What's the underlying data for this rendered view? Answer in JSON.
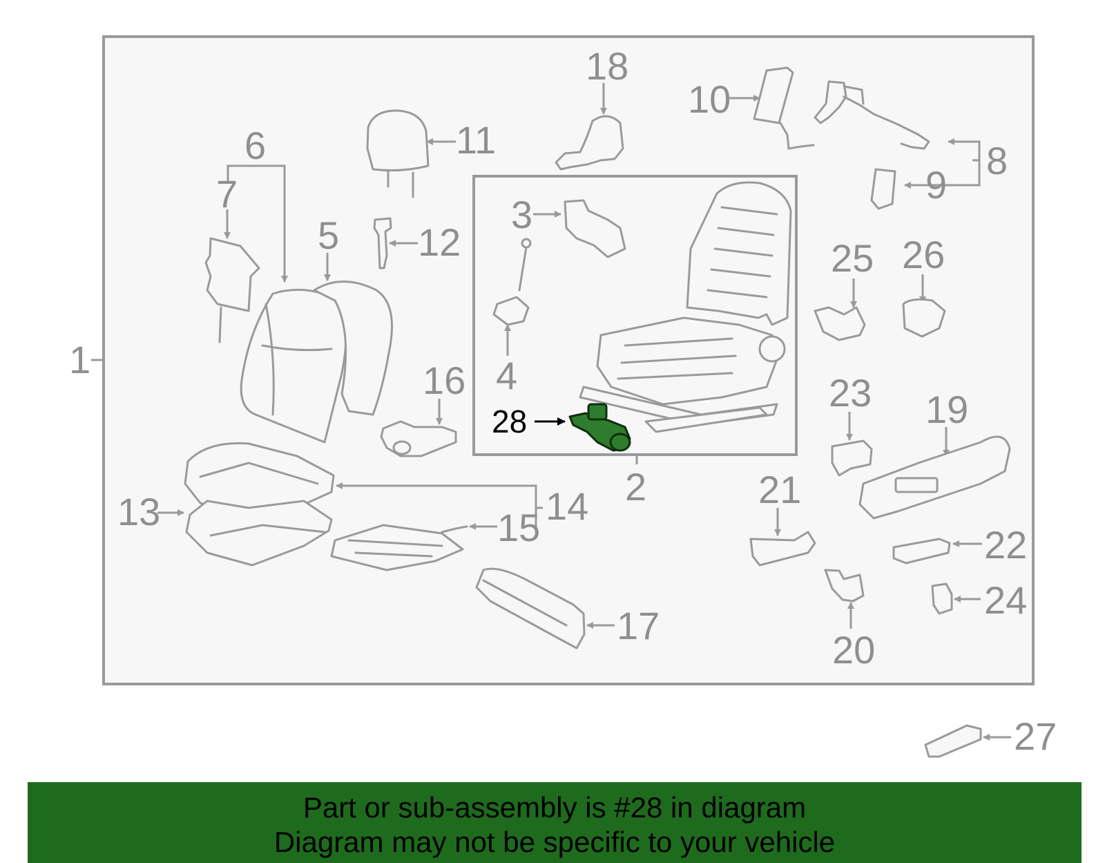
{
  "callouts": {
    "c1": "1",
    "c2": "2",
    "c3": "3",
    "c4": "4",
    "c5": "5",
    "c6": "6",
    "c7": "7",
    "c8": "8",
    "c9": "9",
    "c10": "10",
    "c11": "11",
    "c12": "12",
    "c13": "13",
    "c14": "14",
    "c15": "15",
    "c16": "16",
    "c17": "17",
    "c18": "18",
    "c19": "19",
    "c20": "20",
    "c21": "21",
    "c22": "22",
    "c23": "23",
    "c24": "24",
    "c25": "25",
    "c26": "26",
    "c27": "27",
    "c28": "28"
  },
  "highlighted_part": "28",
  "colors": {
    "highlight_part": "#2e7d2e",
    "banner_background": "#1e6b1e",
    "line_art": "#9a9a9a"
  },
  "banner": {
    "line1": "Part or sub-assembly is #28 in diagram",
    "line2": "Diagram may not be specific to your vehicle"
  }
}
